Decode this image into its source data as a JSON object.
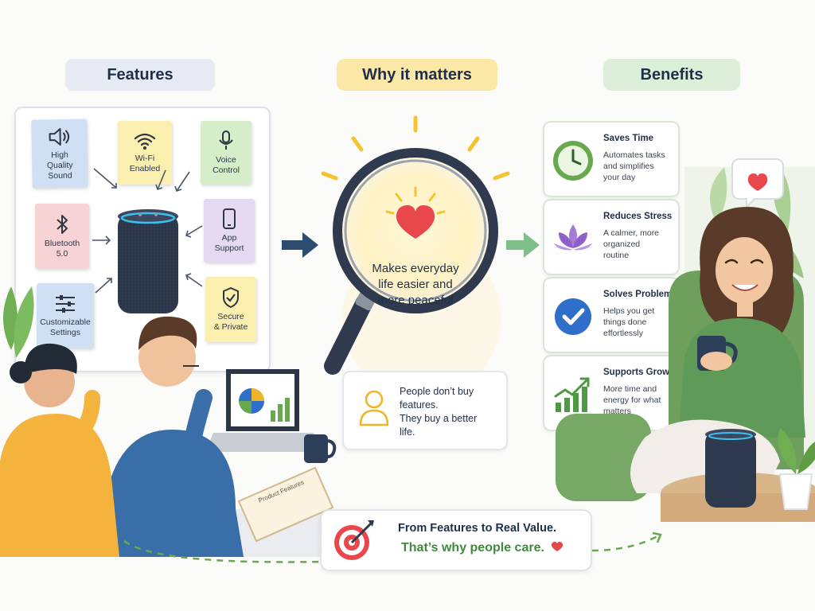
{
  "sections": {
    "features": "Features",
    "why": "Why it matters",
    "benefits": "Benefits"
  },
  "features": [
    {
      "icon": "speaker-volume-icon",
      "lines": [
        "High",
        "Quality",
        "Sound"
      ],
      "color": "#cfe0f5"
    },
    {
      "icon": "wifi-icon",
      "lines": [
        "Wi-Fi",
        "Enabled"
      ],
      "color": "#fbefb0"
    },
    {
      "icon": "microphone-icon",
      "lines": [
        "Voice",
        "Control"
      ],
      "color": "#d6edc9"
    },
    {
      "icon": "bluetooth-icon",
      "lines": [
        "Bluetooth",
        "5.0"
      ],
      "color": "#f8d3d6"
    },
    {
      "icon": "phone-app-icon",
      "lines": [
        "App",
        "Support"
      ],
      "color": "#e4d8f2"
    },
    {
      "icon": "sliders-icon",
      "lines": [
        "Customizable",
        "Settings"
      ],
      "color": "#cfe0f5"
    },
    {
      "icon": "shield-check-icon",
      "lines": [
        "Secure",
        "& Private"
      ],
      "color": "#fbefb0"
    }
  ],
  "why": {
    "lens_lines": [
      "Makes everyday",
      "life easier and",
      "more peaceful"
    ],
    "quote_lines": [
      "People don’t buy",
      "features.",
      "They buy a better",
      "life."
    ]
  },
  "benefits": [
    {
      "icon": "clock-icon",
      "title": "Saves Time",
      "desc": [
        "Automates tasks",
        "and simplifies",
        "your day"
      ]
    },
    {
      "icon": "lotus-icon",
      "title": "Reduces Stress",
      "desc": [
        "A calmer, more",
        "organized",
        "routine"
      ]
    },
    {
      "icon": "checkmark-icon",
      "title": "Solves Problems",
      "desc": [
        "Helps you get",
        "things done",
        "effortlessly"
      ]
    },
    {
      "icon": "growth-chart-icon",
      "title": "Supports Growth",
      "desc": [
        "More time and",
        "energy for what",
        "matters"
      ]
    }
  ],
  "banner": {
    "line1": "From Features to Real Value.",
    "line2": "That’s why people care."
  },
  "notebook_text": "Product Features",
  "colors": {
    "features_pill": "#e6eaf2",
    "why_pill": "#fbe7a6",
    "benefits_pill": "#dcefd9",
    "accent_green": "#3f8a3d",
    "heart_red": "#e8474c",
    "navy": "#27415f"
  }
}
